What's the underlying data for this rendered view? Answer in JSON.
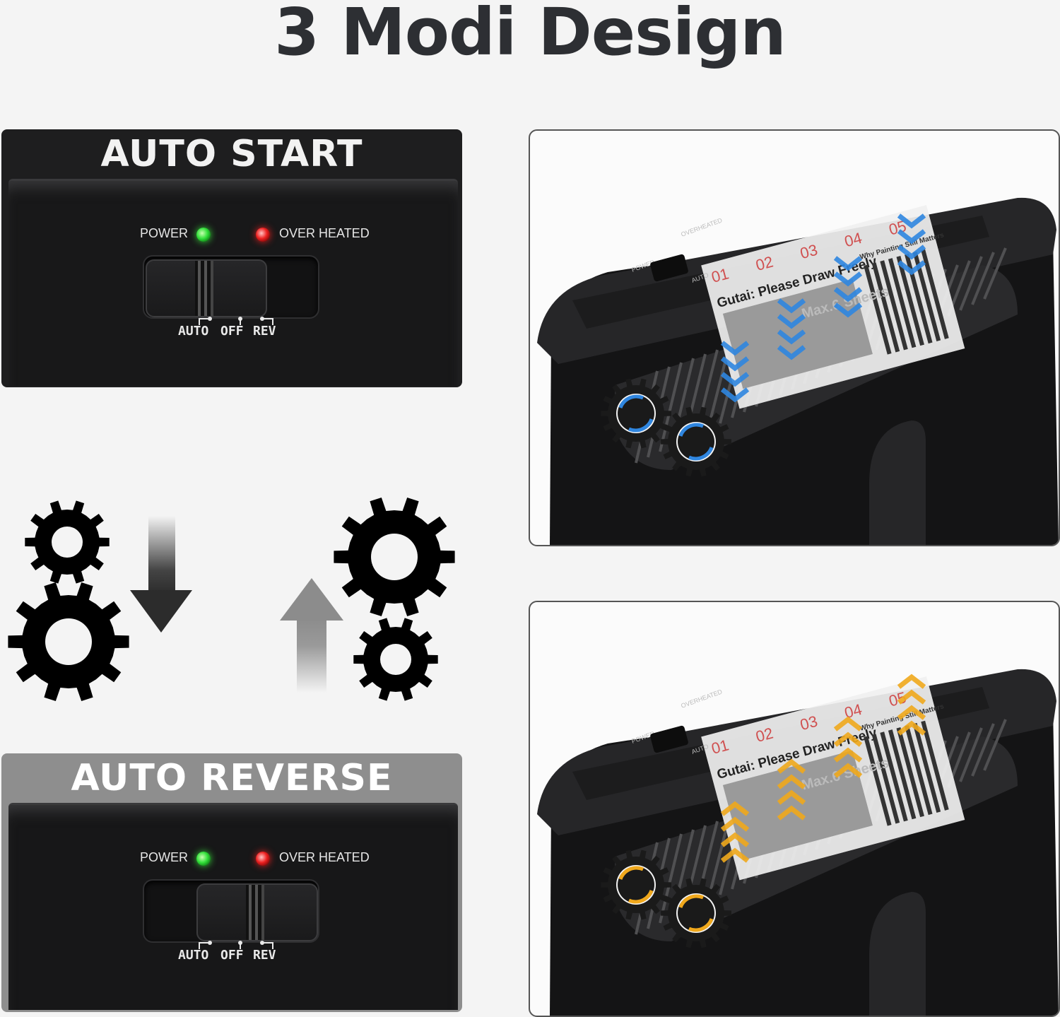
{
  "title": "3 Modi Design",
  "panels": {
    "start": {
      "heading": "AUTO START",
      "power_label": "POWER",
      "overheat_label": "OVER HEATED",
      "modes": [
        "AUTO",
        "OFF",
        "REV"
      ]
    },
    "reverse": {
      "heading": "AUTO REVERSE",
      "power_label": "POWER",
      "overheat_label": "OVER HEATED",
      "modes": [
        "AUTO",
        "OFF",
        "REV"
      ]
    }
  },
  "photos": {
    "top": {
      "paper_headline": "Gutai: Please Draw Freely",
      "paper_side_title": "Why Painting Still Matters",
      "paper_overlay": "Max.6 Sheets",
      "page_numbers": [
        "01",
        "02",
        "03",
        "04",
        "05"
      ],
      "control_labels": [
        "POWER",
        "OVERHEATED",
        "AUTO"
      ],
      "arrow_color": "#2f86e0"
    },
    "bottom": {
      "paper_headline": "Gutai: Please Draw Freely",
      "paper_side_title": "Why Painting Still Matters",
      "paper_overlay": "Max.6 Sheets",
      "page_numbers": [
        "01",
        "02",
        "03",
        "04",
        "05"
      ],
      "control_labels": [
        "POWER",
        "OVERHEATED",
        "AUTO"
      ],
      "arrow_color": "#f0a81c"
    }
  },
  "colors": {
    "title": "#2d2f33",
    "power_led": "#37d43b",
    "overheat_led": "#e02020"
  }
}
